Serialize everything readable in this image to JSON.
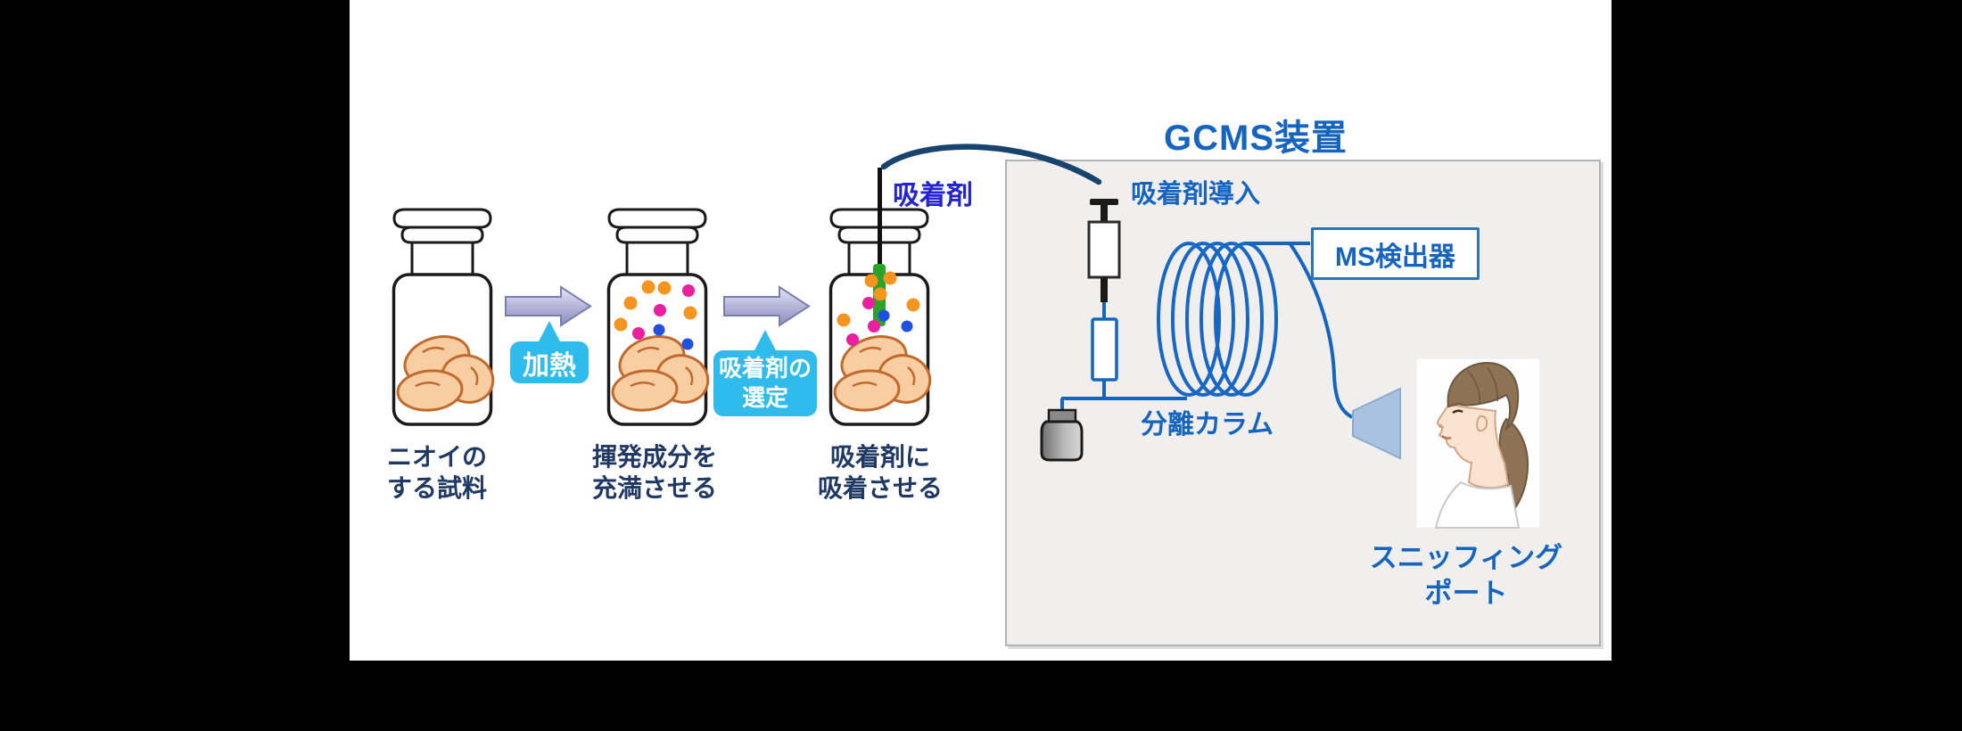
{
  "window": {
    "background": "#000000",
    "panel_background": "#ffffff"
  },
  "sample_prep": {
    "steps": [
      {
        "caption_line1": "ニオイの",
        "caption_line2": "する試料"
      },
      {
        "caption_line1": "揮発成分を",
        "caption_line2": "充満させる"
      },
      {
        "caption_line1": "吸着剤に",
        "caption_line2": "吸着させる"
      }
    ],
    "heat_badge_label": "加熱",
    "selection_badge_line1": "吸着剤の",
    "selection_badge_line2": "選定",
    "adsorbent_pointer_label": "吸着剤"
  },
  "gcms": {
    "title": "GCMS装置",
    "inlet_label": "吸着剤導入",
    "ms_detector_label": "MS検出器",
    "column_label": "分離カラム",
    "sniffing_port_line1": "スニッフィング",
    "sniffing_port_line2": "ポート"
  },
  "colors": {
    "accent_blue": "#1565c0",
    "navy_caption": "#1f3864",
    "adsorbent_label_blue": "#2323cf",
    "badge_cyan": "#2fbcec",
    "arc_navy": "#17436e",
    "dot_orange": "#f5941e",
    "dot_magenta": "#ec1fa0",
    "dot_blue": "#2050e0",
    "adsorbent_green": "#2aa32a",
    "horn_blue": "#a9c2e1",
    "gcms_box_gray": "#f0efee"
  }
}
